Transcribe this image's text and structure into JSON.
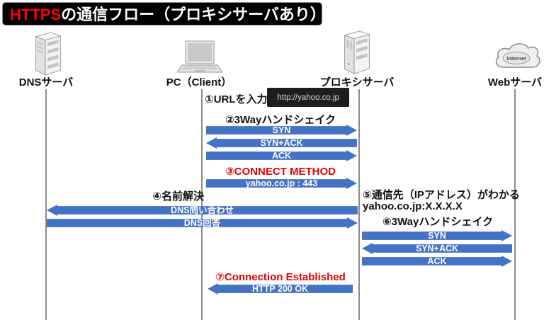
{
  "title": {
    "highlight": "HTTPS",
    "rest": "の通信フロー（プロキシサーバあり）"
  },
  "entities": [
    {
      "label": "DNSサーバ",
      "icon": "server-icon"
    },
    {
      "label": "PC（Client）",
      "icon": "laptop-icon"
    },
    {
      "label": "プロキシサーバ",
      "icon": "server-tower-icon"
    },
    {
      "label": "Webサーバ",
      "icon": "internet-cloud-icon",
      "cloud_text": "Internet"
    }
  ],
  "steps": {
    "step1": {
      "label": "①URLを入力",
      "url_value": "http://yahoo.co.jp"
    },
    "step2": {
      "label": "②3Wayハンドシェイク",
      "messages": [
        {
          "text": "SYN",
          "direction": "right"
        },
        {
          "text": "SYN+ACK",
          "direction": "left"
        },
        {
          "text": "ACK",
          "direction": "right"
        }
      ]
    },
    "step3": {
      "label": "③CONNECT METHOD",
      "message": {
        "text": "yahoo.co.jp : 443",
        "direction": "right"
      }
    },
    "step4": {
      "label": "④名前解決",
      "messages": [
        {
          "text": "DNS問い合わせ",
          "direction": "left"
        },
        {
          "text": "DNS回答",
          "direction": "right"
        }
      ]
    },
    "step5": {
      "label": "⑤通信先（IPアドレス）がわかる",
      "sub": "yahoo.co.jp:X.X.X.X"
    },
    "step6": {
      "label": "⑥3Wayハンドシェイク",
      "messages": [
        {
          "text": "SYN",
          "direction": "right"
        },
        {
          "text": "SYN+ACK",
          "direction": "left"
        },
        {
          "text": "ACK",
          "direction": "right"
        }
      ]
    },
    "step7": {
      "label": "⑦Connection Established",
      "message": {
        "text": "HTTP 200 OK",
        "direction": "left"
      }
    }
  },
  "colors": {
    "arrow_blue": "#4472C4",
    "step_red": "#E60000",
    "title_bg": "#000000",
    "title_fg": "#FFFFFF",
    "title_highlight": "#FF0000",
    "lifeline_gray": "#8C8C8C",
    "urlbar_bg": "#1D1D1D"
  }
}
